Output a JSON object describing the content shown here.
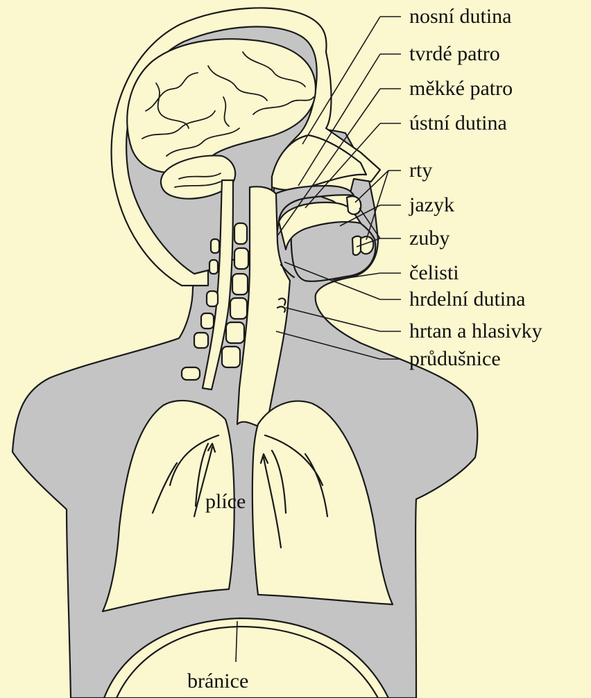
{
  "labels": {
    "nosni_dutina": "nosní dutina",
    "tvrde_patro": "tvrdé patro",
    "mekke_patro": "měkké patro",
    "ustni_dutina": "ústní dutina",
    "rty": "rty",
    "jazyk": "jazyk",
    "zuby": "zuby",
    "celisti": "čelisti",
    "hrdelni_dutina": "hrdelní dutina",
    "hrtan": "hrtan a hlasivky",
    "prudusnice": "průdušnice",
    "plice": "plíce",
    "branice": "bránice"
  },
  "colors": {
    "background": "#fbf7cf",
    "tissue": "#c4c4c4",
    "outline": "#1a1a1a"
  }
}
